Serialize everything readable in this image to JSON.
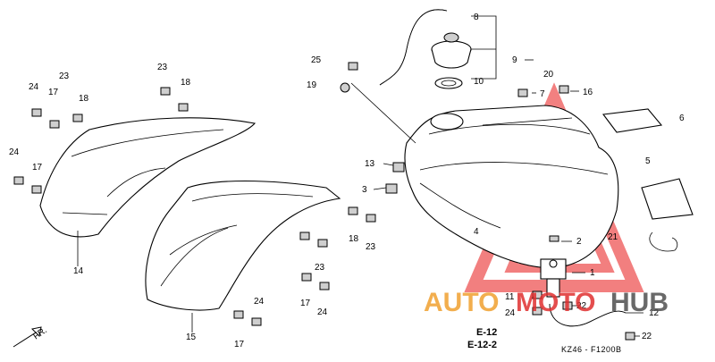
{
  "diagram": {
    "part_labels": [
      "1",
      "2",
      "3",
      "4",
      "5",
      "6",
      "7",
      "8",
      "9",
      "10",
      "11",
      "12",
      "13",
      "14",
      "15",
      "16",
      "17",
      "18",
      "19",
      "20",
      "21",
      "22",
      "23",
      "24",
      "25"
    ],
    "labels": {
      "l8": "8",
      "l25": "25",
      "l9": "9",
      "l20": "20",
      "l19": "19",
      "l10": "10",
      "l7": "7",
      "l16": "16",
      "l6": "6",
      "l13": "13",
      "l3": "3",
      "l5": "5",
      "l4": "4",
      "l2": "2",
      "l21": "21",
      "l1": "1",
      "l11": "11",
      "l24c": "24",
      "l22a": "22",
      "l12": "12",
      "l22b": "22",
      "l23a": "23",
      "l18a": "18",
      "l24a": "24",
      "l17a": "17",
      "l18b": "18",
      "l24b": "24",
      "l17b": "17",
      "l14": "14",
      "l18c": "18",
      "l23b": "23",
      "l23c": "23",
      "l17c": "17",
      "l24d": "24",
      "l15": "15",
      "l24e": "24",
      "l17d": "17"
    },
    "refs": {
      "e12": "E-12",
      "e122": "E-12-2"
    },
    "direction_marker": "FR.",
    "figure_code": "KZ46 - F1200B"
  },
  "watermark": {
    "text_part1": "AUTO",
    "text_part2": "MOTO",
    "text_part3": "HUB",
    "color_orange": "#f0a030",
    "color_red": "#e03030",
    "color_gray": "#505050"
  }
}
